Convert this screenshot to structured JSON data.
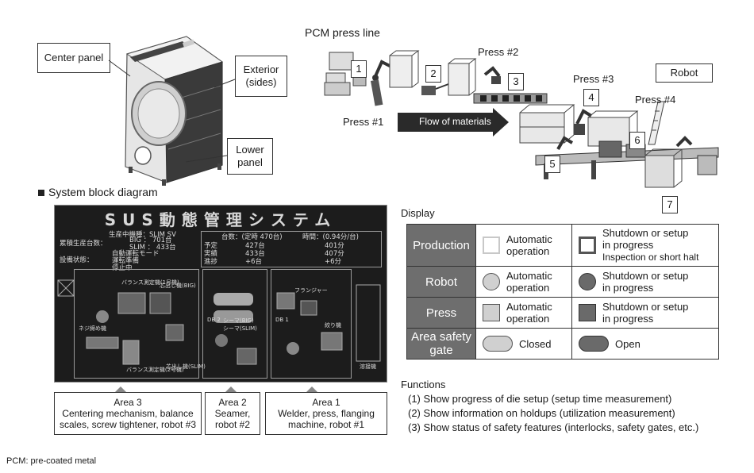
{
  "product_labels": {
    "center_panel": "Center panel",
    "exterior": "Exterior (sides)",
    "lower_panel": "Lower panel"
  },
  "press_line": {
    "title": "PCM press line",
    "press1": "Press #1",
    "press2": "Press #2",
    "press3": "Press #3",
    "press4": "Press #4",
    "robot": "Robot",
    "flow": "Flow of materials",
    "stations": [
      "1",
      "2",
      "3",
      "4",
      "5",
      "6",
      "7"
    ]
  },
  "block_diagram": {
    "title": "System block diagram",
    "dashboard": {
      "title": "SUS動態管理システム",
      "model_label": "生産中機種：SLIM SV",
      "cumulative": "累積生産台数：",
      "big": "BIG ： 701台",
      "slim": "SLIM ： 433台",
      "status_label": "設備状態：",
      "status_items": [
        "自動運転モード",
        "運転準備",
        "停止中"
      ],
      "header_units": "台数：(定時 470台)",
      "header_time": "時間：(0.94分/台)",
      "rows": [
        {
          "label": "予定",
          "units": "427台",
          "time": "401分"
        },
        {
          "label": "実績",
          "units": "433台",
          "time": "407分"
        },
        {
          "label": "進捗",
          "units": "+6台",
          "time": "+6分"
        }
      ],
      "machines": [
        "バランス測定機(1号機)",
        "芯出し機(BIG)",
        "ネジ締め機",
        "バランス測定機(2号機)",
        "芯出し機(SLIM)",
        "DB 2",
        "シーマ(BIG)",
        "シーマ(SLIM)",
        "DB 1",
        "フランジャー",
        "絞り機",
        "溶接機"
      ]
    },
    "areas": [
      {
        "title": "Area 3",
        "lines": [
          "Centering mechanism, balance",
          "scales, screw tightener, robot #3"
        ]
      },
      {
        "title": "Area 2",
        "lines": [
          "Seamer,",
          "robot #2"
        ]
      },
      {
        "title": "Area 1",
        "lines": [
          "Welder, press, flanging",
          "machine, robot #1"
        ]
      }
    ]
  },
  "display": {
    "title": "Display",
    "rows": [
      {
        "head": "Production",
        "left": [
          "Automatic",
          "operation"
        ],
        "right": [
          "Shutdown or setup",
          "in progress",
          "Inspection or short halt"
        ]
      },
      {
        "head": "Robot",
        "left": [
          "Automatic",
          "operation"
        ],
        "right": [
          "Shutdown or setup",
          "in progress"
        ]
      },
      {
        "head": "Press",
        "left": [
          "Automatic",
          "operation"
        ],
        "right": [
          "Shutdown or setup",
          "in progress"
        ]
      },
      {
        "head": "Area safety gate",
        "left": [
          "Closed"
        ],
        "right": [
          "Open"
        ]
      }
    ],
    "colors": {
      "light": "#d0d0d0",
      "dark": "#6a6a6a",
      "header": "#6e6e6e"
    }
  },
  "functions": {
    "title": "Functions",
    "items": [
      "(1) Show progress of die setup (setup time measurement)",
      "(2) Show information on holdups (utilization measurement)",
      "(3) Show status of safety features (interlocks, safety gates, etc.)"
    ]
  },
  "footnote": "PCM: pre-coated metal"
}
